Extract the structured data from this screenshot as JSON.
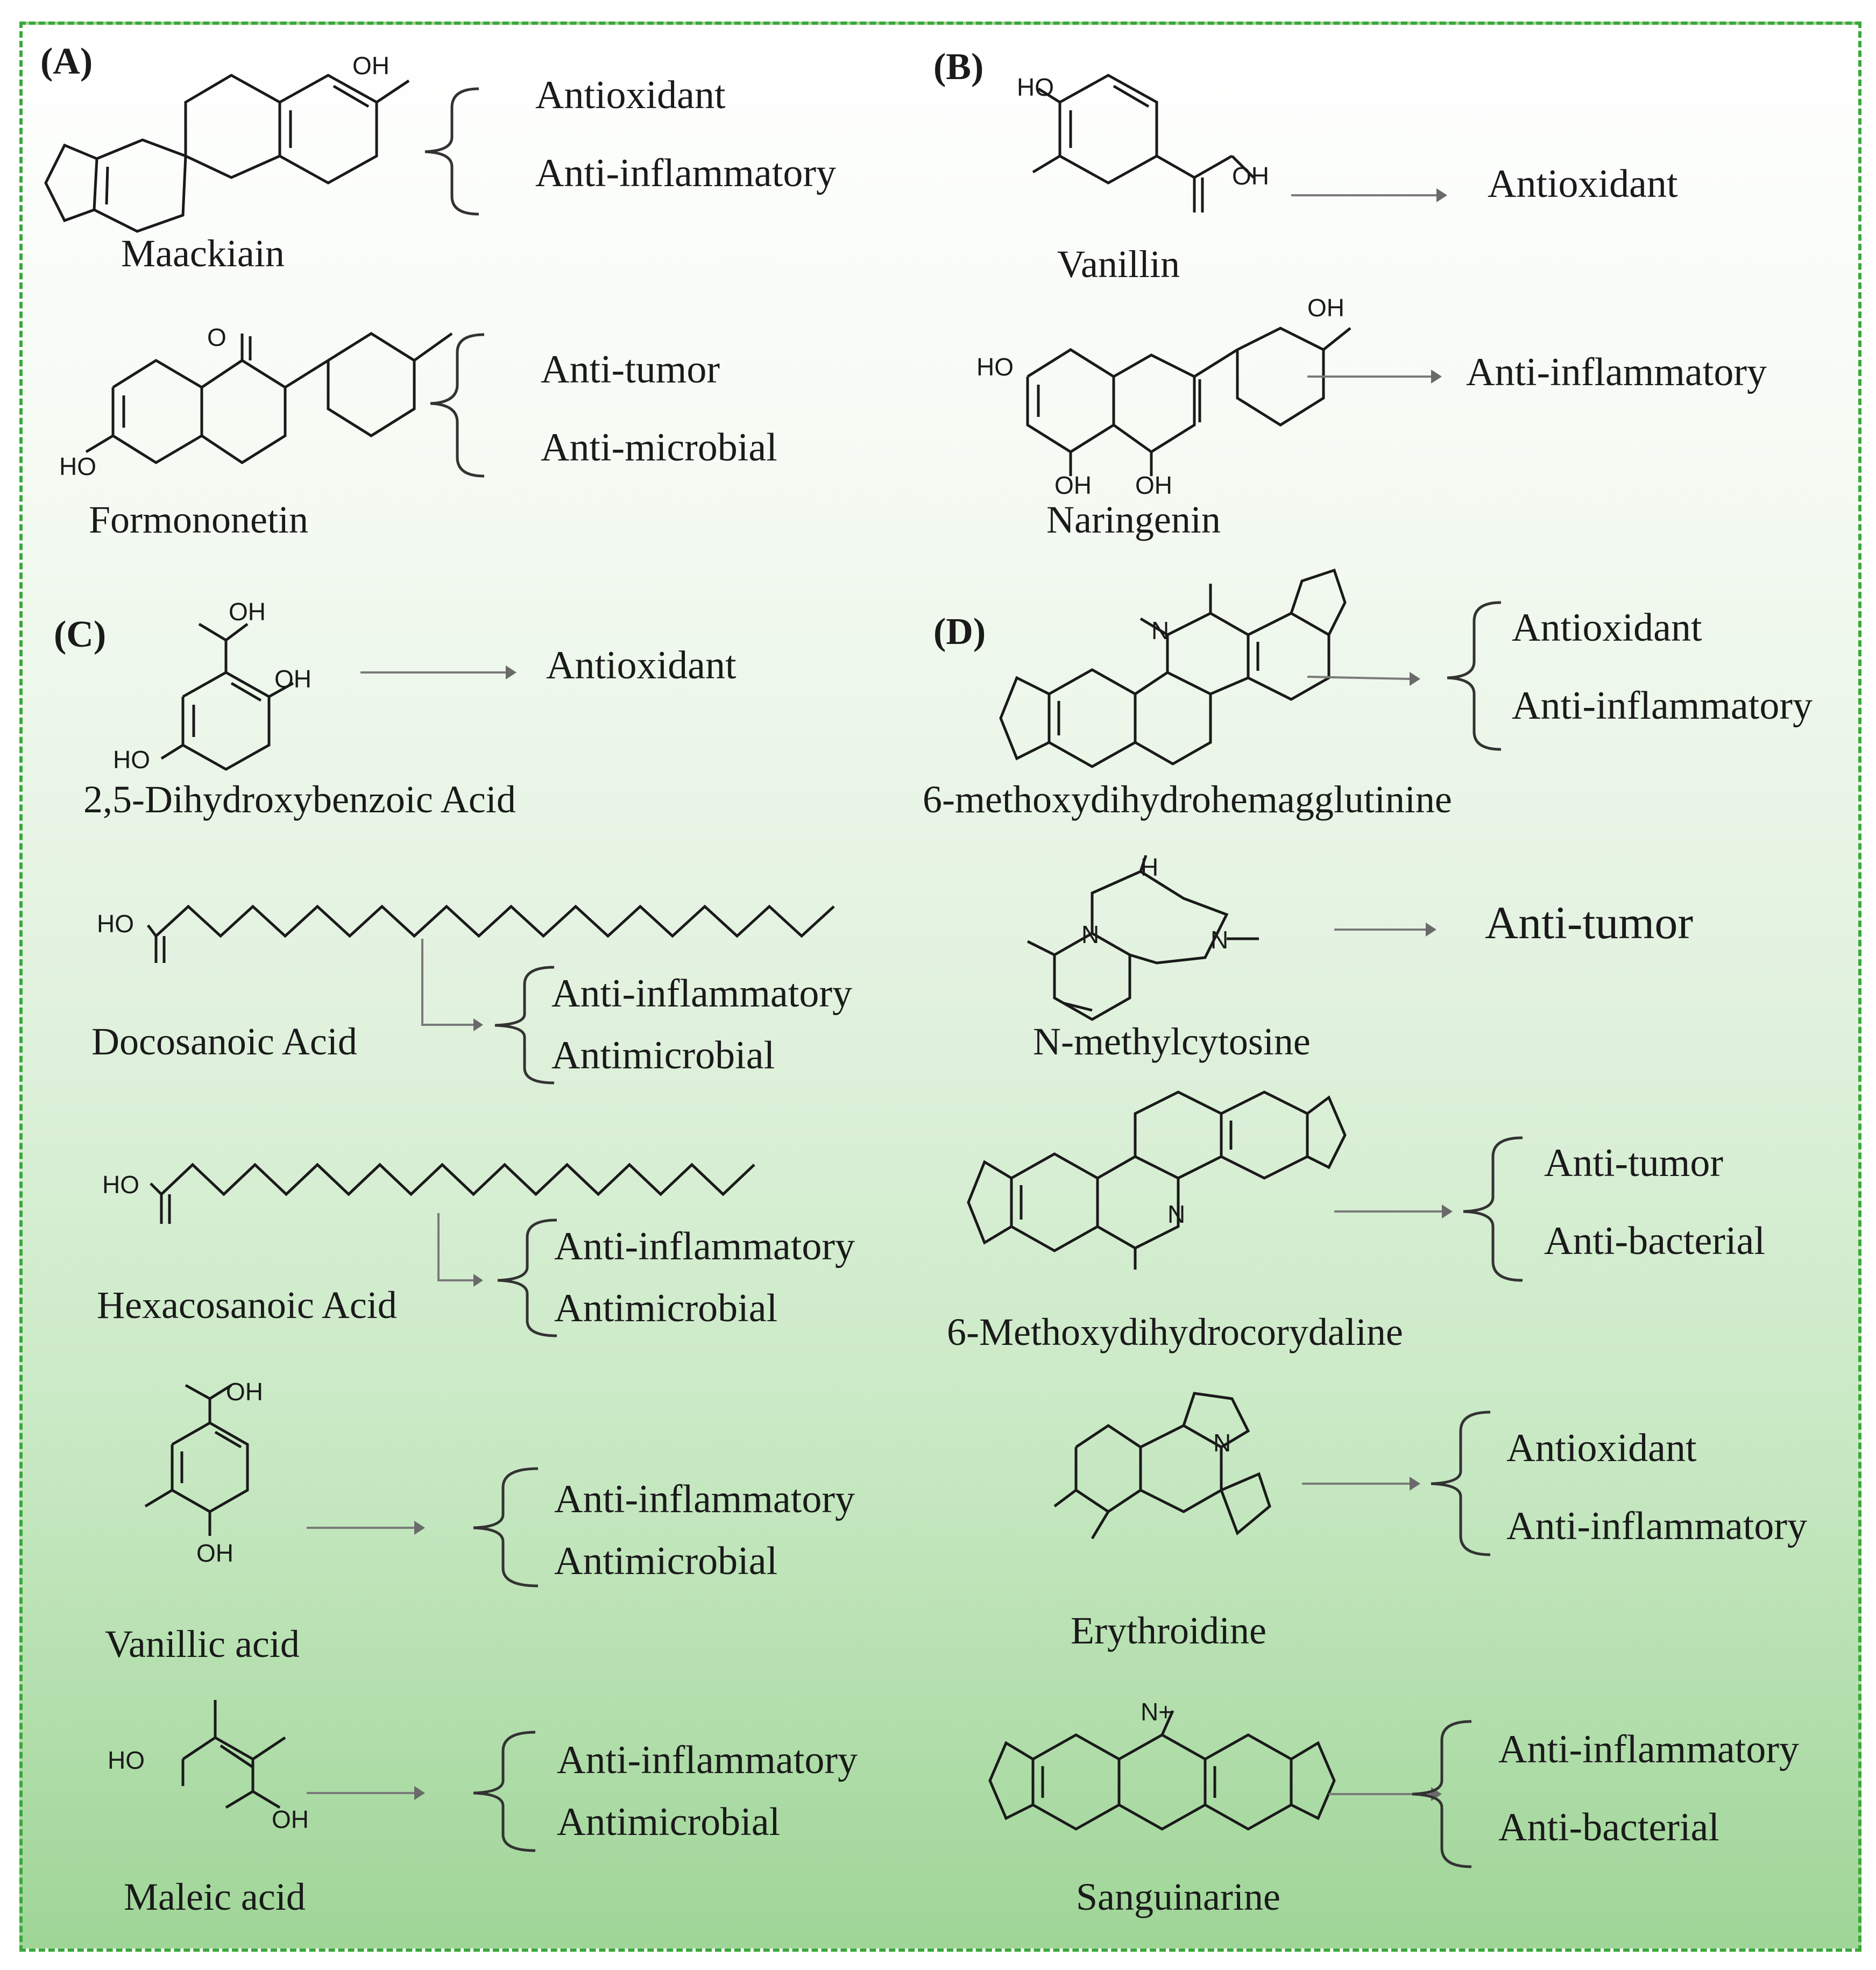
{
  "panels": {
    "a": "(A)",
    "b": "(B)",
    "c": "(C)",
    "d": "(D)"
  },
  "compounds": {
    "maackiain": {
      "name": "Maackiain",
      "effects": [
        "Antioxidant",
        "Anti-inflammatory"
      ]
    },
    "formononetin": {
      "name": "Formononetin",
      "effects": [
        "Anti-tumor",
        "Anti-microbial"
      ]
    },
    "vanillin": {
      "name": "Vanillin",
      "effects": [
        "Antioxidant"
      ]
    },
    "naringenin": {
      "name": "Naringenin",
      "effects": [
        "Anti-inflammatory"
      ]
    },
    "dhba": {
      "name": "2,5-Dihydroxybenzoic Acid",
      "effects": [
        "Antioxidant"
      ]
    },
    "methoxydihydrohemagglutinine": {
      "name": "6-methoxydihydrohemagglutinine",
      "effects": [
        "Antioxidant",
        "Anti-inflammatory"
      ]
    },
    "docosanoic": {
      "name": "Docosanoic Acid",
      "effects": [
        "Anti-inflammatory",
        "Antimicrobial"
      ]
    },
    "methylcytosine": {
      "name": "N-methylcytosine",
      "effects": [
        "Anti-tumor"
      ]
    },
    "hexacosanoic": {
      "name": "Hexacosanoic Acid",
      "effects": [
        "Anti-inflammatory",
        "Antimicrobial"
      ]
    },
    "methoxydihydrocorydaline": {
      "name": "6-Methoxydihydrocorydaline",
      "effects": [
        "Anti-tumor",
        "Anti-bacterial"
      ]
    },
    "vanillic": {
      "name": "Vanillic acid",
      "effects": [
        "Anti-inflammatory",
        "Antimicrobial"
      ]
    },
    "erythroidine": {
      "name": "Erythroidine",
      "effects": [
        "Antioxidant",
        "Anti-inflammatory"
      ]
    },
    "maleic": {
      "name": "Maleic acid",
      "effects": [
        "Anti-inflammatory",
        "Antimicrobial"
      ]
    },
    "sanguinarine": {
      "name": "Sanguinarine",
      "effects": [
        "Anti-inflammatory",
        "Anti-bacterial"
      ]
    }
  },
  "atoms": {
    "oh": "OH",
    "ho": "HO",
    "o": "O",
    "n": "N",
    "h": "H",
    "nplus": "N+"
  },
  "colors": {
    "frame_border": "#3aa83a",
    "gradient_top": "#ffffff",
    "gradient_bottom": "#9fd597",
    "arrow": "#7a7a7a"
  }
}
